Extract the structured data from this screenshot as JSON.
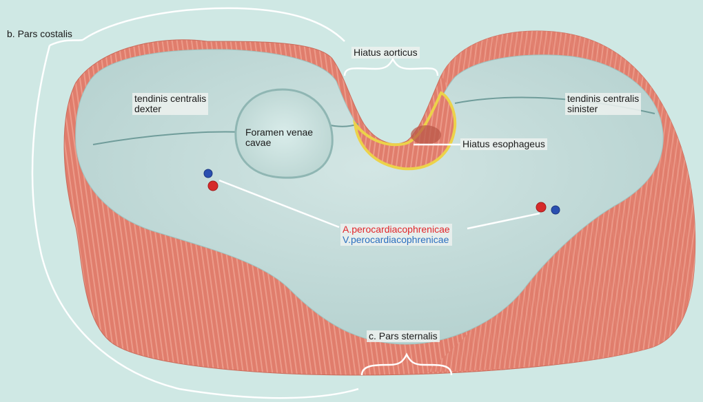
{
  "labels": {
    "pars_costalis": "b. Pars costalis",
    "hiatus_aorticus": "Hiatus aorticus",
    "tendinis_dexter_l1": "tendinis centralis",
    "tendinis_dexter_l2": "dexter",
    "tendinis_sinister_l1": "tendinis centralis",
    "tendinis_sinister_l2": "sinister",
    "foramen_l1": "Foramen venae",
    "foramen_l2": "cavae",
    "hiatus_esophageus": "Hiatus esophageus",
    "artery": "A.perocardiacophrenicae",
    "vein": "V.perocardiacophrenicae",
    "pars_sternalis": "c. Pars sternalis"
  },
  "colors": {
    "background": "#cfe8e4",
    "tendon": "#c2dcda",
    "muscle": "#e07d6c",
    "muscle_stripe": "#f3b3a6",
    "artery": "#e0262a",
    "vein": "#2a6fbf",
    "annotation_line": "#ffffff",
    "hiatus_rim": "#ecd24a"
  }
}
